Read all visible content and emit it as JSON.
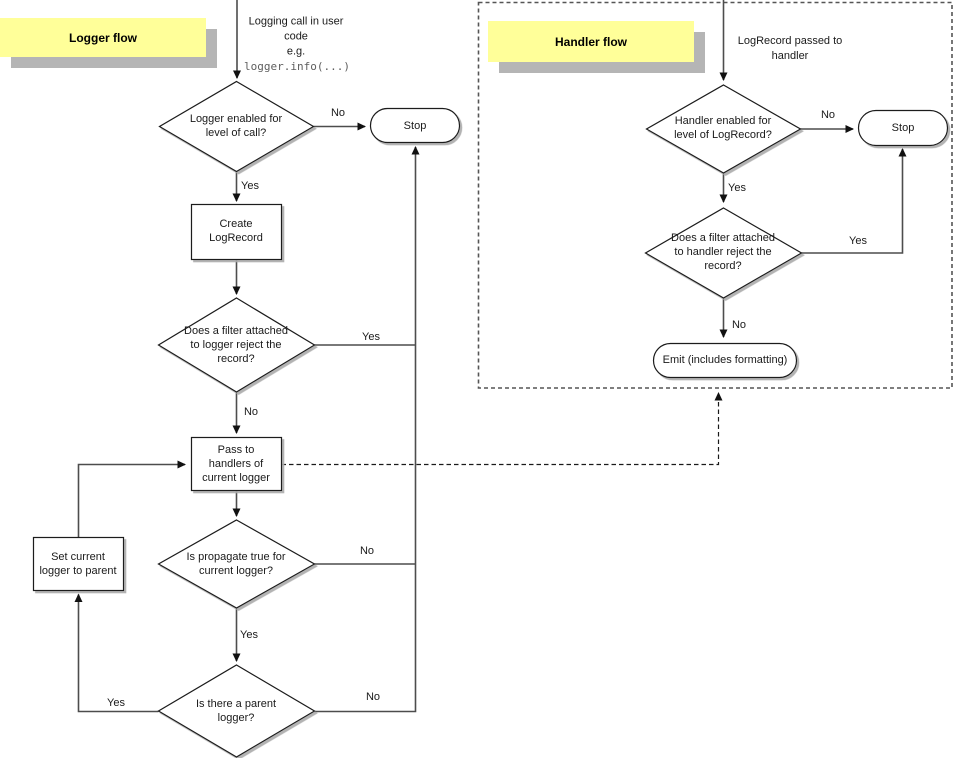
{
  "colors": {
    "label_bg": "#ffff99",
    "label_shadow": "#b5b5b5"
  },
  "logger_flow": {
    "title": "Logger flow",
    "start_note_text": "Logging call in user\ncode\ne.g.",
    "start_note_code": "logger.info(...)",
    "nodes": {
      "enabled_q": "Logger enabled for\nlevel of call?",
      "stop": "Stop",
      "create": "Create\nLogRecord",
      "filter_q": "Does a filter attached\nto logger reject the\nrecord?",
      "pass": "Pass to\nhandlers of\ncurrent logger",
      "propagate_q": "Is propagate true for\ncurrent logger?",
      "set_parent": "Set current\nlogger to parent",
      "parent_q": "Is there a parent\nlogger?"
    },
    "edges": {
      "enabled_no": "No",
      "enabled_yes": "Yes",
      "filter_yes": "Yes",
      "filter_no": "No",
      "propagate_no": "No",
      "propagate_yes": "Yes",
      "parent_yes": "Yes",
      "parent_no": "No"
    }
  },
  "handler_flow": {
    "title": "Handler flow",
    "start_note_text": "LogRecord passed to\nhandler",
    "nodes": {
      "enabled_q": "Handler enabled for\nlevel of LogRecord?",
      "stop": "Stop",
      "filter_q": "Does a filter attached\nto handler reject the\nrecord?",
      "emit": "Emit (includes formatting)"
    },
    "edges": {
      "enabled_no": "No",
      "enabled_yes": "Yes",
      "filter_yes": "Yes",
      "filter_no": "No"
    }
  }
}
